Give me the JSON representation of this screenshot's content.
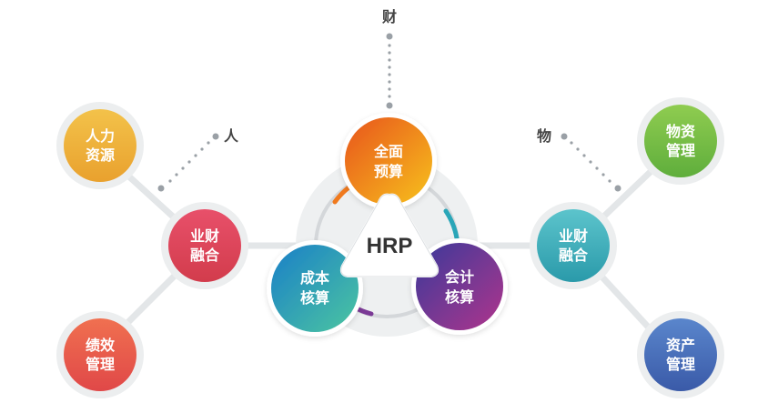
{
  "center": {
    "label": "HRP"
  },
  "core_nodes": {
    "budget": {
      "line1": "全面",
      "line2": "预算"
    },
    "cost": {
      "line1": "成本",
      "line2": "核算"
    },
    "accounting": {
      "line1": "会计",
      "line2": "核算"
    }
  },
  "axis_labels": {
    "finance": "财",
    "people": "人",
    "materials": "物"
  },
  "left_nodes": {
    "hr": {
      "line1": "人力",
      "line2": "资源"
    },
    "integration": {
      "line1": "业财",
      "line2": "融合"
    },
    "performance": {
      "line1": "绩效",
      "line2": "管理"
    }
  },
  "right_nodes": {
    "supplies": {
      "line1": "物资",
      "line2": "管理"
    },
    "integration": {
      "line1": "业财",
      "line2": "融合"
    },
    "assets": {
      "line1": "资产",
      "line2": "管理"
    }
  },
  "colors": {
    "orange": "#f07a1e",
    "teal": "#2aa6b8",
    "purple": "#7b3a96",
    "red": "#e0495a",
    "yellow": "#f0b43c",
    "green": "#7cc24a",
    "blue": "#4a6fb8",
    "connector": "#e3e6e8",
    "dots": "#9aa0a6"
  }
}
